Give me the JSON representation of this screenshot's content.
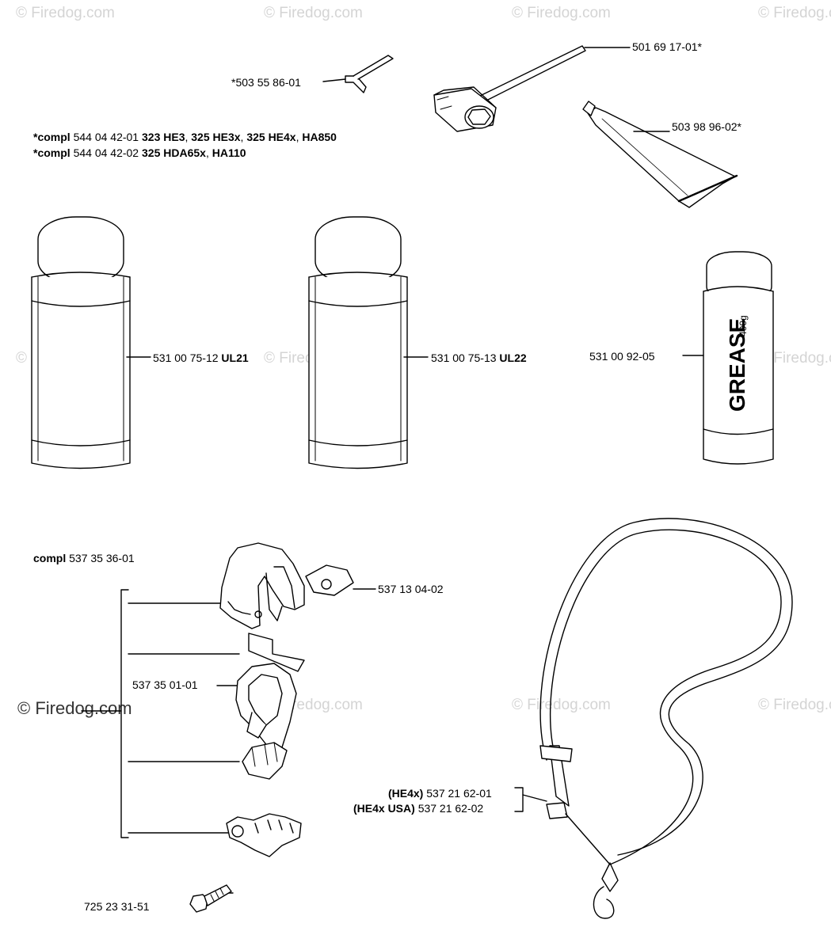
{
  "watermarks": {
    "text": "© Firedog.com",
    "bold_text": "© Firedog.com"
  },
  "compl_lines": [
    {
      "prefix": "*compl",
      "code": "544 04 42-01",
      "models_bold1": "323 HE3",
      "sep1": ", ",
      "models_bold2": "325 HE3x",
      "sep2": ", ",
      "models_bold3": "325 HE4x",
      "sep3": ", ",
      "models_bold4": "HA850"
    },
    {
      "prefix": "*compl",
      "code": "544 04 42-02",
      "models_bold1": "325 HDA65x",
      "sep1": ", ",
      "models_bold2": "HA110"
    }
  ],
  "labels": {
    "allen_key": "*503 55 86-01",
    "spark_wrench": "501 69 17-01*",
    "grease_tube": "503 98 96-02*",
    "can1_code": "531 00 75-12",
    "can1_model": "UL21",
    "can2_code": "531 00 75-13",
    "can2_model": "UL22",
    "grease_cart": "531 00 92-05",
    "grease_word": "GREASE",
    "grease_weight": "400g",
    "compl_harness_prefix": "compl",
    "compl_harness_code": "537 35 36-01",
    "clip_nut": "537 13 04-02",
    "buckle": "537 35 01-01",
    "screw": "725 23 31-51",
    "strap1_model": "(HE4x)",
    "strap1_code": "537 21 62-01",
    "strap2_model": "(HE4x USA)",
    "strap2_code": "537 21 62-02"
  }
}
